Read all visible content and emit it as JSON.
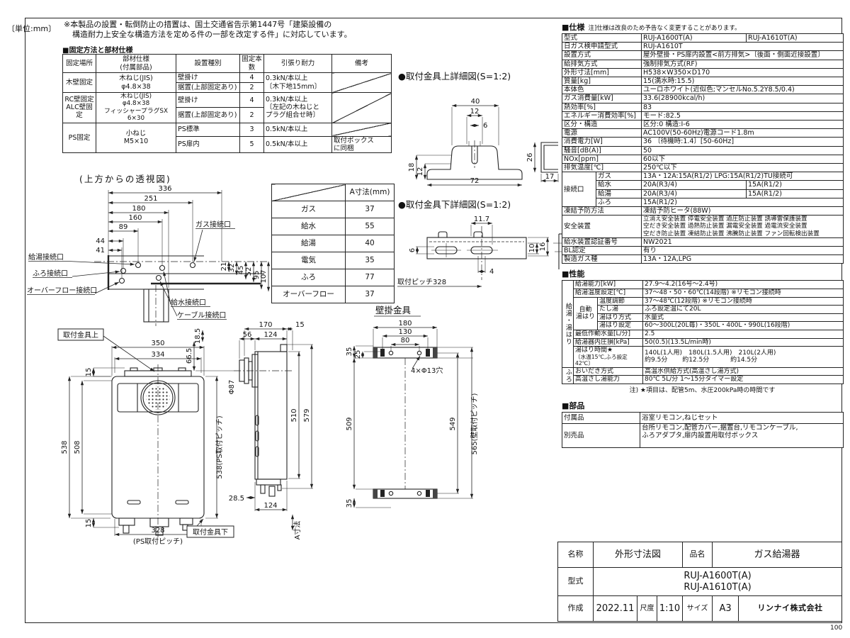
{
  "page": {
    "unit_label": "〔単位:mm〕",
    "note1": "※本製品の設置・転倒防止の措置は、国土交通省告示第1447号「建築設備の",
    "note2": "構造耐力上安全な構造方法を定める件の一部を改定する件」に対応しています。",
    "corner_number": "100"
  },
  "fixing": {
    "title": "■固定方法と部材仕様",
    "headers": [
      "固定場所",
      "部材仕様\n(付属部品)",
      "設置種別",
      "固定本数",
      "引張り耐力",
      "備考"
    ],
    "wood": {
      "place": "木壁固定",
      "parts": "木ねじ(JIS)\nφ4.8×38",
      "type1": "壁掛け",
      "n1": "4",
      "type2": "据置(上部固定あり)",
      "n2": "2",
      "strength": "0.3kN/本以上\n〔木下地15mm〕"
    },
    "rc": {
      "place": "RC壁固定\nALC壁固定",
      "parts": "木ねじ(JIS)\nφ4.8×38\nフィッシャープラグSX\n6×30",
      "type1": "壁掛け",
      "n1": "4",
      "type2": "据置(上部固定あり)",
      "n2": "2",
      "strength": "0.3kN/本以上\n〔左記の木ねじと\nプラグ組合せ時〕"
    },
    "ps": {
      "place": "PS固定",
      "parts": "小ねじ\nM5×10",
      "type1": "PS標準",
      "n1": "3",
      "s1": "0.5kN/本以上",
      "type2": "PS扉内",
      "n2": "5",
      "s2": "0.5kN/本以上",
      "note": "取付ボックス\nに同梱"
    }
  },
  "top_view": {
    "title": "(上方からの透視図)",
    "dims": {
      "d336": "336",
      "d251": "251",
      "d180": "180",
      "d160": "160",
      "d89": "89",
      "d44": "44",
      "d41": "41",
      "d21": "21",
      "d32": "32",
      "d45": "45",
      "d52": "52",
      "d95": "95",
      "d107": "107"
    },
    "labels": {
      "hot": "給湯接続口",
      "bath": "ふろ接続口",
      "overflow": "オーバーフロー接続口",
      "gas": "ガス接続口",
      "water": "給水接続口",
      "cable": "ケーブル接続口"
    }
  },
  "a_table": {
    "header": "A寸法(mm)",
    "rows": [
      [
        "ガス",
        "37"
      ],
      [
        "給水",
        "55"
      ],
      [
        "給湯",
        "40"
      ],
      [
        "電気",
        "35"
      ],
      [
        "ふろ",
        "77"
      ],
      [
        "オーバーフロー",
        "37"
      ]
    ]
  },
  "bracket_top": {
    "title": "●取付金具上詳細図(S=1:2)",
    "dims": {
      "d40": "40",
      "d12a": "12",
      "d6": "6",
      "d18": "18",
      "d12b": "12",
      "d72": "72",
      "d26": "26",
      "d17": "17"
    }
  },
  "bracket_bottom": {
    "title": "●取付金具下詳細図(S=1:2)",
    "dims": {
      "d117": "11.7",
      "d6": "6",
      "d10": "10",
      "d16": "16",
      "d4": "4"
    },
    "pitch": "取付ピッチ328"
  },
  "front_view": {
    "bracket_top_label": "取付金具上",
    "bracket_bottom_label": "取付金具下",
    "dims": {
      "d350": "350",
      "d334": "334",
      "d15t": "15",
      "d538": "538",
      "d508": "508",
      "d15b": "15",
      "d328": "328",
      "ps_pitch": "(PS取付ピッチ)",
      "d538r": "538(PS取付ピッチ)"
    }
  },
  "side_view": {
    "dims": {
      "d170": "170",
      "d15": "15",
      "d56": "56",
      "d124t": "124",
      "d185": "18.5",
      "d665": "66.5",
      "d87": "Φ87",
      "d510": "510",
      "d579": "579",
      "d124b": "124",
      "d285": "28.5",
      "a_label": "A寸法"
    }
  },
  "wall_bracket": {
    "title": "壁掛金具",
    "dims": {
      "d180": "180",
      "d130": "130",
      "d80": "80",
      "d35t": "35",
      "d25": "25",
      "d509": "509",
      "d35b": "35",
      "d549": "549",
      "d565": "565(壁取付ピッチ)",
      "holes": "4×Φ13穴"
    }
  },
  "spec": {
    "title": "■仕様",
    "note": "注]仕様は改良のため予告なく変更することがあります。",
    "rows": {
      "model": {
        "label": "型式",
        "v1": "RUJ-A1600T(A)",
        "v2": "RUJ-A1610T(A)"
      },
      "gas_cert": {
        "label": "日ガス検申請型式",
        "value": "RUJ-A1610T"
      },
      "install": {
        "label": "設置方式",
        "value": "屋外壁掛・PS扉内設置<前方排気>〔後面・側面近接設置〕"
      },
      "vent": {
        "label": "給排気方式",
        "value": "強制排気方式(RF)"
      },
      "size": {
        "label": "外形寸法[mm]",
        "value": "H538×W350×D170"
      },
      "weight": {
        "label": "質量[kg]",
        "value": "15(満水時:15.5)"
      },
      "color": {
        "label": "本体色",
        "value": "ユーロホワイト(近似色;マンセルNo.5.2Y8.5/0.4)"
      },
      "gas_input": {
        "label": "ガス消費量[kW]",
        "value": "33.6(28900kcal/h)"
      },
      "efficiency": {
        "label": "熱効率[%]",
        "value": "83"
      },
      "energy": {
        "label": "エネルギー消費効率[%]",
        "value": "モード:82.5"
      },
      "category": {
        "label": "区分・構造",
        "value": "区分:0 構造:I-6"
      },
      "power": {
        "label": "電源",
        "value": "AC100V(50-60Hz)電源コード1.8m"
      },
      "power_consumption": {
        "label": "消費電力[W]",
        "value": "36 〔待機時:1.4〕[50-60Hz]"
      },
      "noise": {
        "label": "騒音[dB(A)]",
        "value": "50"
      },
      "nox": {
        "label": "NOx[ppm]",
        "value": "60以下"
      },
      "exhaust_temp": {
        "label": "排気温度[℃]",
        "value": "250℃以下"
      },
      "conn_label": "接続口",
      "conn_gas": {
        "label": "ガス",
        "value": "13A・12A:15A(R1/2) LPG:15A(R1/2)TU接続可"
      },
      "conn_water": {
        "label": "給水",
        "v1": "20A(R3/4)",
        "v2": "15A(R1/2)"
      },
      "conn_hot": {
        "label": "給湯",
        "v1": "20A(R3/4)",
        "v2": "15A(R1/2)"
      },
      "conn_bath": {
        "label": "ふろ",
        "value": "15A(R1/2)"
      },
      "freeze": {
        "label": "凍結予防方法",
        "value": "凍結予防ヒータ(88W)"
      },
      "safety": {
        "label": "安全装置",
        "value": "立消え安全装置 停電安全装置 過圧防止装置 誘導雷保護装置\n空だき安全装置 過熱防止装置 漏電安全装置 過電流安全装置\n空だき防止装置 凍結防止装置 沸騰防止装置 ファン回転検出装置"
      },
      "water_cert": {
        "label": "給水装置認証番号",
        "value": "NW2021"
      },
      "bl": {
        "label": "BL認定",
        "value": "有り"
      },
      "gas_type": {
        "label": "製造ガス種",
        "value": "13A・12A,LPG"
      }
    }
  },
  "performance": {
    "title": "■性能",
    "group_hot": "給湯・湯はり",
    "group_bath": "ふろ",
    "auto_label": "自動\n湯はり",
    "rows": {
      "capacity": {
        "label": "給湯能力[kW]",
        "value": "27.9～4.2(16号～2.4号)"
      },
      "temp_set": {
        "label": "給湯温度設定[℃]",
        "value": "37～48・50・60℃(14段階) ※リモコン接続時"
      },
      "temp_adj": {
        "label": "温度調節",
        "value": "37～48℃(12段階) ※リモコン接続時"
      },
      "tashiyu": {
        "label": "たし湯",
        "value": "ふろ設定温にて20L"
      },
      "method": {
        "label": "湯はり方式",
        "value": "水量式"
      },
      "setting": {
        "label": "湯はり設定",
        "value": "60～300L(20L毎)・350L・400L・990L(16段階)"
      },
      "min_flow": {
        "label": "最低作動水量[L/分]",
        "value": "2.5"
      },
      "pressure": {
        "label": "給湯器内圧損[kPa]",
        "value": "50(0.5)(13.5L/min時)"
      },
      "fill_time": {
        "label": "湯はり時間★",
        "label2": "〔水温15℃,ふろ設定42℃〕",
        "value": "140L(1人用)　180L(1.5人用)　210L(2人用)",
        "value2": "約9.5分　　 約12.5分　　　 約14.5分"
      },
      "oidaki": {
        "label": "おいだき方式",
        "value": "高温水供給方式(高温さし湯方式)"
      },
      "sashiyu": {
        "label": "高温さし湯能力",
        "value": "80℃ 5L/分 1～15分タイマー設定"
      }
    },
    "note": "注) ★項目は、配管5m、水圧200kPa時の時間です"
  },
  "parts": {
    "title": "■部品",
    "rows": {
      "included": {
        "label": "付属品",
        "value": "浴室リモコン,ねじセット"
      },
      "optional": {
        "label": "別売品",
        "value": "台所リモコン,配管カバー,据置台,リモコンケーブル,\nふろアダプタ,扉内設置用取付ボックス"
      }
    }
  },
  "title_block": {
    "name_label": "名称",
    "name": "外形寸法図",
    "product_label": "品名",
    "product": "ガス給湯器",
    "model_label": "型式",
    "model1": "RUJ-A1600T(A)",
    "model2": "RUJ-A1610T(A)",
    "date_label": "作成",
    "date": "2022.11",
    "scale_label": "尺度",
    "scale": "1:10",
    "size_label": "サイズ",
    "size": "A3",
    "company": "リンナイ株式会社"
  }
}
